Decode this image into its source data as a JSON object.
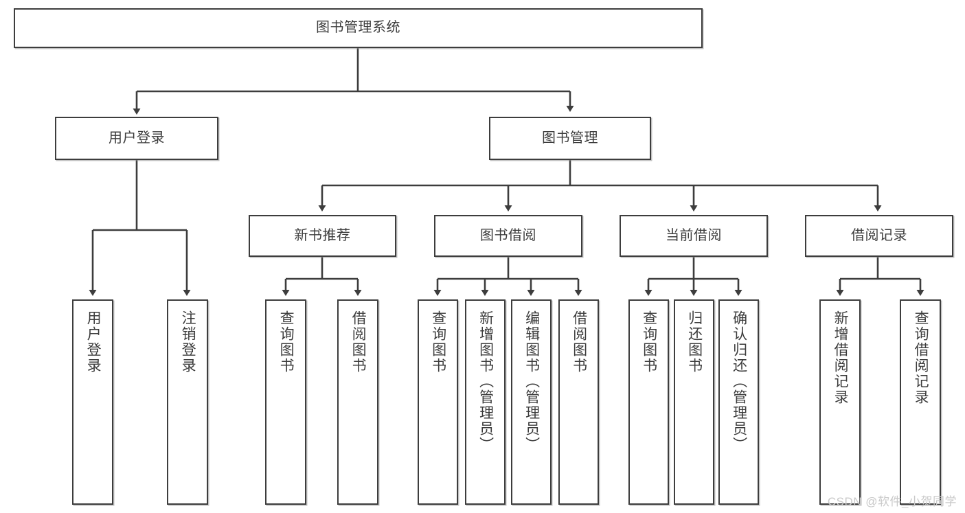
{
  "diagram": {
    "title": "图书管理系统",
    "type": "tree-hierarchy-chart",
    "root": {
      "label": "图书管理系统"
    },
    "level1": [
      {
        "label": "用户登录"
      },
      {
        "label": "图书管理"
      }
    ],
    "level2": [
      {
        "label": "新书推荐"
      },
      {
        "label": "图书借阅"
      },
      {
        "label": "当前借阅"
      },
      {
        "label": "借阅记录"
      }
    ],
    "leaves": {
      "user_login": [
        {
          "label": "用户登录"
        },
        {
          "label": "注销登录"
        }
      ],
      "new_book_recommend": [
        {
          "label": "查询图书"
        },
        {
          "label": "借阅图书"
        }
      ],
      "book_borrow": [
        {
          "label": "查询图书"
        },
        {
          "label": "新增图书（管理员）"
        },
        {
          "label": "编辑图书（管理员）"
        },
        {
          "label": "借阅图书"
        }
      ],
      "current_borrow": [
        {
          "label": "查询图书"
        },
        {
          "label": "归还图书"
        },
        {
          "label": "确认归还（管理员）"
        }
      ],
      "borrow_record": [
        {
          "label": "新增借阅记录"
        },
        {
          "label": "查询借阅记录"
        }
      ]
    }
  },
  "watermark": {
    "text": "CSDN @软件_小贺同学"
  },
  "colors": {
    "stroke": "#3d3d3d",
    "background": "#ffffff",
    "text": "#3c3c3c",
    "watermark": "#c9c9c9"
  }
}
